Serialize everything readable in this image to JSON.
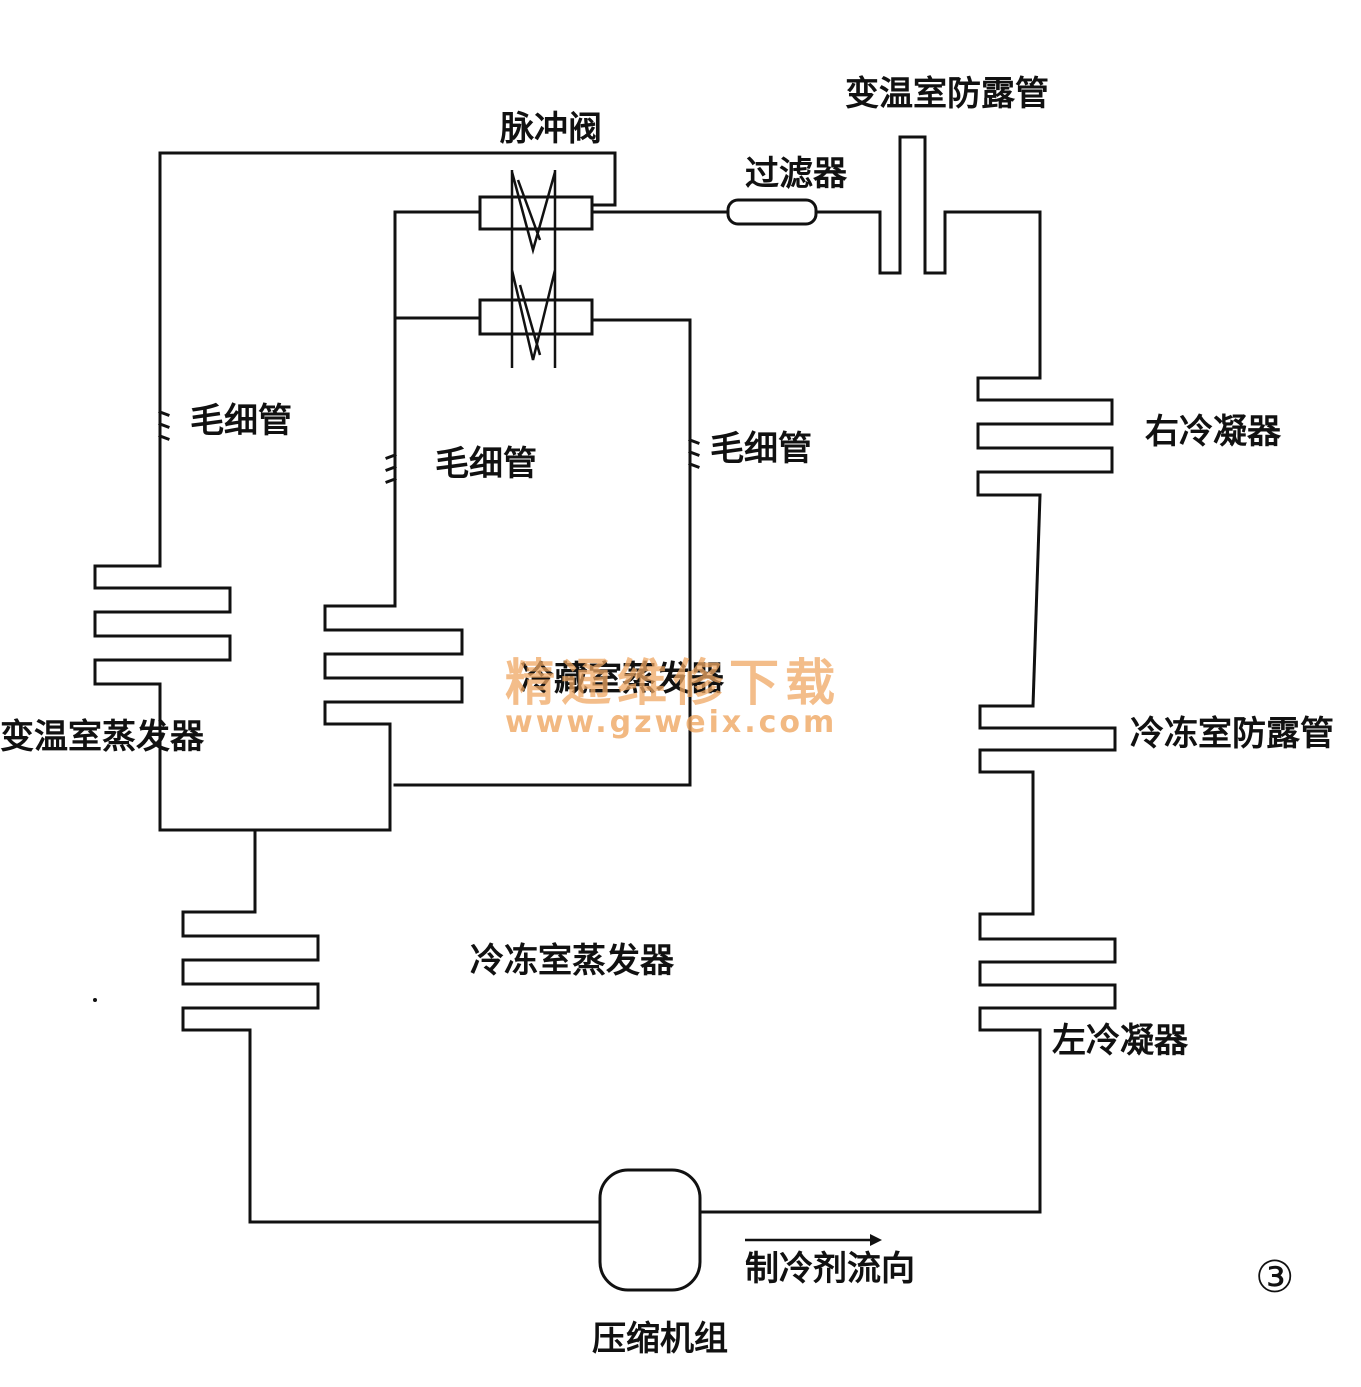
{
  "labels": {
    "pulse_valve": "脉冲阀",
    "filter": "过滤器",
    "var_temp_condenser_pipe": "变温室防露管",
    "capillary_1": "毛细管",
    "capillary_2": "毛细管",
    "capillary_3": "毛细管",
    "right_condenser": "右冷凝器",
    "var_temp_evaporator": "变温室蒸发器",
    "fridge_evaporator": "冷藏室蒸发器",
    "freezer_anti_dew_pipe": "冷冻室防露管",
    "freezer_evaporator": "冷冻室蒸发器",
    "left_condenser": "左冷凝器",
    "refrigerant_direction": "制冷剂流向",
    "compressor": "压缩机组",
    "figure_number": "③"
  },
  "watermark": {
    "title": "精通维修下载",
    "url": "www.gzweix.com"
  },
  "colors": {
    "line": "#111111",
    "watermark": "#f0a864",
    "background": "#ffffff"
  }
}
